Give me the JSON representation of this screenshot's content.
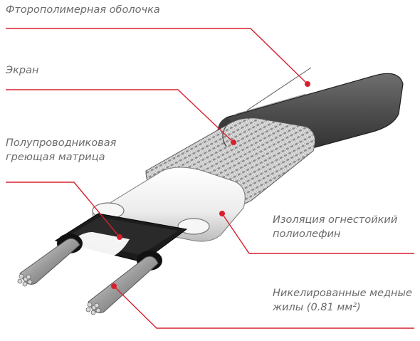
{
  "accent_color": "#d7202e",
  "labels": [
    {
      "lines": [
        "Фторополимерная оболочка"
      ]
    },
    {
      "lines": [
        "Экран"
      ]
    },
    {
      "lines": [
        "Полупроводниковая",
        "греющая матрица"
      ]
    },
    {
      "lines": [
        "Изоляция огнестойкий",
        "полиолефин"
      ]
    },
    {
      "lines": [
        "Никелированные медные",
        "жилы (0.81 мм²)"
      ]
    }
  ]
}
